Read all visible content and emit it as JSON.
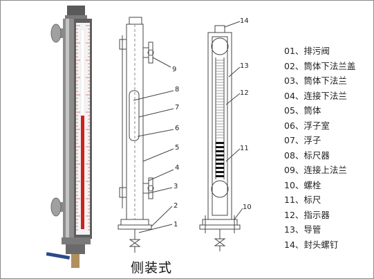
{
  "caption": "侧装式",
  "legend": [
    "01、排污阀",
    "02、筒体下法兰盖",
    "03、筒体下法兰",
    "04、连接下法兰",
    "05、筒体",
    "06、浮子室",
    "07、浮子",
    "08、标尺器",
    "09、连接上法兰",
    "10、螺栓",
    "11、标尺",
    "12、指示器",
    "13、导管",
    "14、封头螺钉"
  ],
  "callouts_side_view": [
    "1",
    "2",
    "3",
    "4",
    "5",
    "6",
    "7",
    "8",
    "9"
  ],
  "callouts_front_view": [
    "10",
    "11",
    "12",
    "13",
    "14"
  ],
  "colors": {
    "indicator_red": "#cc2222",
    "steel": "#9a9a9a",
    "frame_dark": "#555555",
    "line": "#444444"
  },
  "icons": [
    "flange-icon",
    "drain-valve-icon",
    "float-icon",
    "handle-icon"
  ]
}
